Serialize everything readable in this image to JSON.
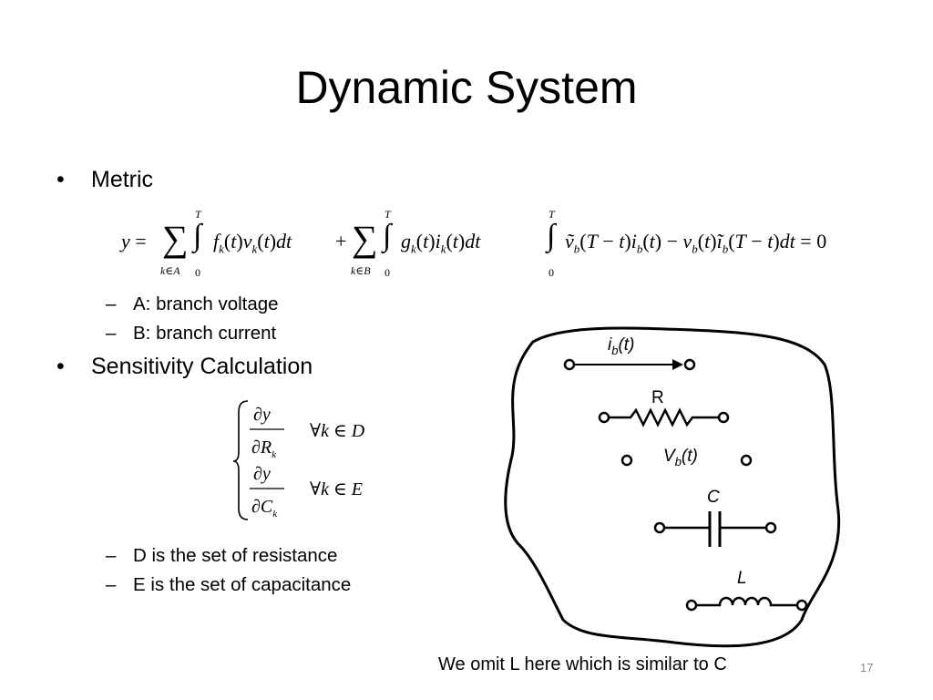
{
  "slide": {
    "title": "Dynamic System",
    "bullets": {
      "metric": "Metric",
      "sensitivity": "Sensitivity Calculation"
    },
    "bullet_glyph": "•",
    "dash_glyph": "–",
    "subitems": {
      "a": "A: branch voltage",
      "b": "B: branch current",
      "d": "D is the set of resistance",
      "e": "E is the set of capacitance"
    },
    "equation1": {
      "lhs": "y =",
      "sum1_sub": "k∈A",
      "int_upper": "T",
      "int_lower": "0",
      "term1": "f_k(t) v_k(t) dt",
      "plus": "+",
      "sum2_sub": "k∈B",
      "term2": "g_k(t) i_k(t) dt"
    },
    "equation2": {
      "int_upper": "T",
      "int_lower": "0",
      "body": "ṽ_b(T − t) i_b(t) − v_b(t) ĩ_b(T − t) dt = 0"
    },
    "sensitivity": {
      "row1_num": "∂y",
      "row1_den": "∂R",
      "row1_den_sub": "k",
      "row1_cond": "∀k ∈ D",
      "row2_num": "∂y",
      "row2_den": "∂C",
      "row2_den_sub": "k",
      "row2_cond": "∀k ∈ E"
    },
    "diagram": {
      "current_label": "i",
      "current_label_sub": "b",
      "current_label_arg": "(t)",
      "resistor_label": "R",
      "voltage_label": "V",
      "voltage_label_sub": "b",
      "voltage_label_arg": "(t)",
      "capacitor_label": "C",
      "inductor_label": "L"
    },
    "caption": "We omit L here which is similar to C",
    "page_number": "17"
  }
}
